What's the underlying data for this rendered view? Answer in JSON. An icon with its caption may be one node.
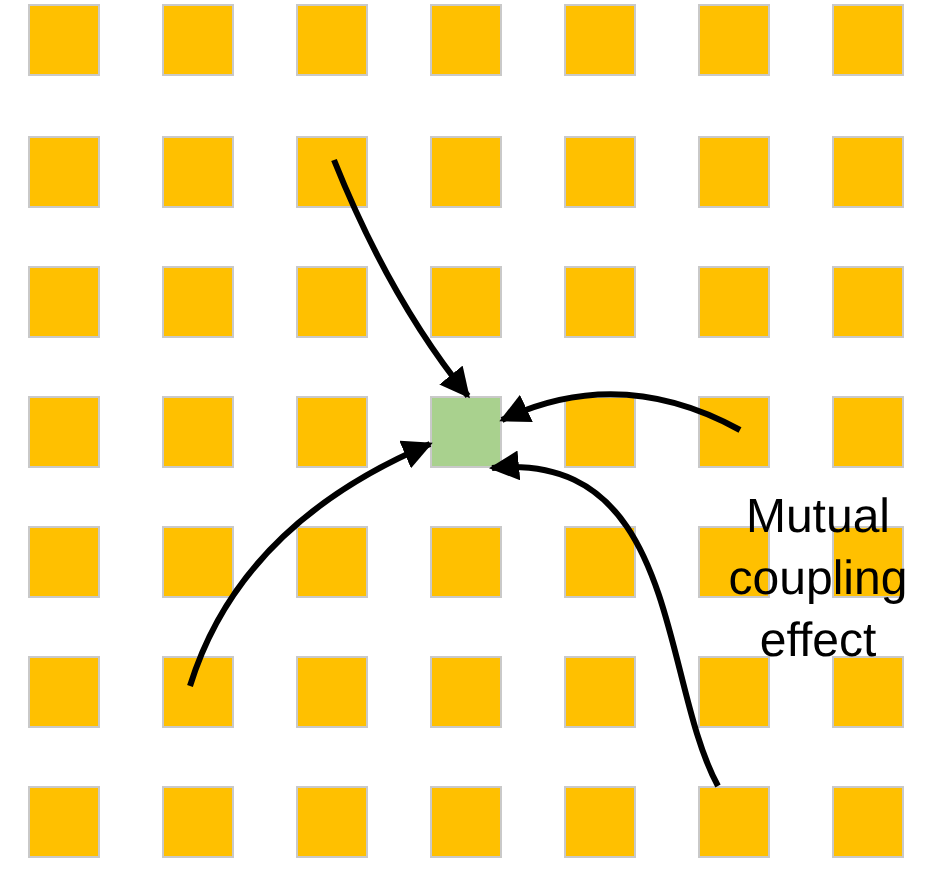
{
  "diagram": {
    "nodes": [
      {
        "text": [],
        "shape": "box"
      },
      {
        "text": [],
        "shape": "box"
      },
      {
        "text": [],
        "shape": "box"
      },
      {
        "text": [],
        "shape": "box"
      },
      {
        "text": [],
        "shape": "box"
      },
      {
        "text": [],
        "shape": "box"
      },
      {
        "text": [],
        "shape": "box"
      },
      {
        "text": [],
        "shape": "box"
      },
      {
        "text": [],
        "shape": "box"
      },
      {
        "text": [],
        "shape": "box"
      },
      {
        "text": [],
        "shape": "box"
      },
      {
        "text": [],
        "shape": "box"
      },
      {
        "text": [],
        "shape": "box"
      },
      {
        "text": [],
        "shape": "box"
      },
      {
        "text": [],
        "shape": "box"
      },
      {
        "text": [],
        "shape": "box"
      },
      {
        "text": [],
        "shape": "box"
      },
      {
        "text": [],
        "shape": "box"
      },
      {
        "text": [],
        "shape": "box"
      },
      {
        "text": [],
        "shape": "box"
      },
      {
        "text": [],
        "shape": "box"
      },
      {
        "text": [],
        "shape": "box"
      },
      {
        "text": [],
        "shape": "box"
      },
      {
        "text": [],
        "shape": "box"
      },
      {
        "text": [],
        "shape": "box"
      },
      {
        "text": [],
        "shape": "box"
      },
      {
        "text": [],
        "shape": "box"
      },
      {
        "text": [],
        "shape": "box"
      },
      {
        "text": [],
        "shape": "box"
      },
      {
        "text": [],
        "shape": "box"
      },
      {
        "text": [],
        "shape": "box"
      },
      {
        "text": [],
        "shape": "box"
      },
      {
        "text": [],
        "shape": "box"
      },
      {
        "text": [],
        "shape": "box"
      },
      {
        "text": [],
        "shape": "box"
      },
      {
        "text": [],
        "shape": "box"
      },
      {
        "text": [],
        "shape": "box"
      },
      {
        "text": [],
        "shape": "box"
      },
      {
        "text": [],
        "shape": "box"
      },
      {
        "text": [],
        "shape": "box"
      },
      {
        "text": [],
        "shape": "box"
      },
      {
        "text": [],
        "shape": "box"
      },
      {
        "text": [],
        "shape": "box"
      },
      {
        "text": [],
        "shape": "box"
      },
      {
        "text": [],
        "shape": "box"
      },
      {
        "text": [],
        "shape": "box"
      },
      {
        "text": [],
        "shape": "box"
      },
      {
        "text": [],
        "shape": "box"
      },
      {
        "text": [],
        "shape": "box"
      }
    ],
    "edges": [
      {
        "from": 9,
        "to": 24,
        "arrow": "to"
      },
      {
        "from": 26,
        "to": 24,
        "arrow": "to"
      },
      {
        "from": 36,
        "to": 24,
        "arrow": "to"
      },
      {
        "from": 47,
        "to": 24,
        "arrow": "to"
      }
    ],
    "labels": [
      "Mutual coupling effect"
    ]
  }
}
